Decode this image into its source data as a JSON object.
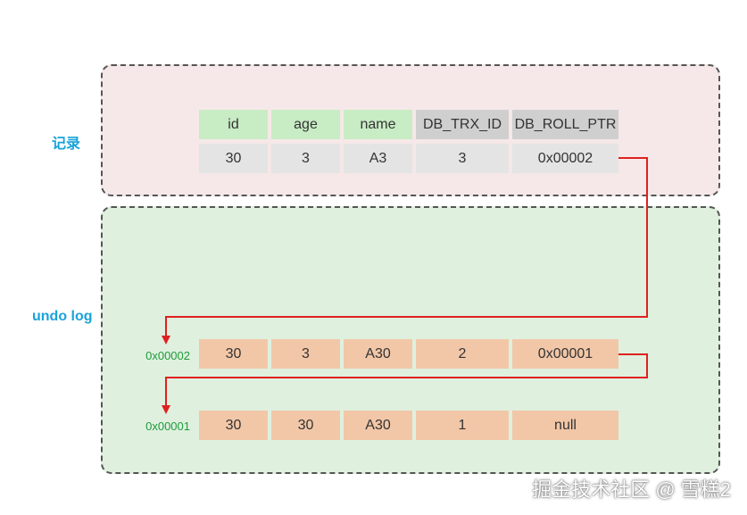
{
  "labels": {
    "record": "记录",
    "undo_log": "undo log"
  },
  "columns": [
    "id",
    "age",
    "name",
    "DB_TRX_ID",
    "DB_ROLL_PTR"
  ],
  "record": [
    "30",
    "3",
    "A3",
    "3",
    "0x00002"
  ],
  "undo_rows": [
    {
      "address": "0x00002",
      "values": [
        "30",
        "3",
        "A30",
        "2",
        "0x00001"
      ]
    },
    {
      "address": "0x00001",
      "values": [
        "30",
        "30",
        "A30",
        "1",
        "null"
      ]
    }
  ],
  "colors": {
    "pointer_arrow": "#e02020",
    "region_label": "#1aa3d9",
    "address_text": "#1f9b3a"
  },
  "watermark": "掘金技术社区 @ 雪糕2"
}
